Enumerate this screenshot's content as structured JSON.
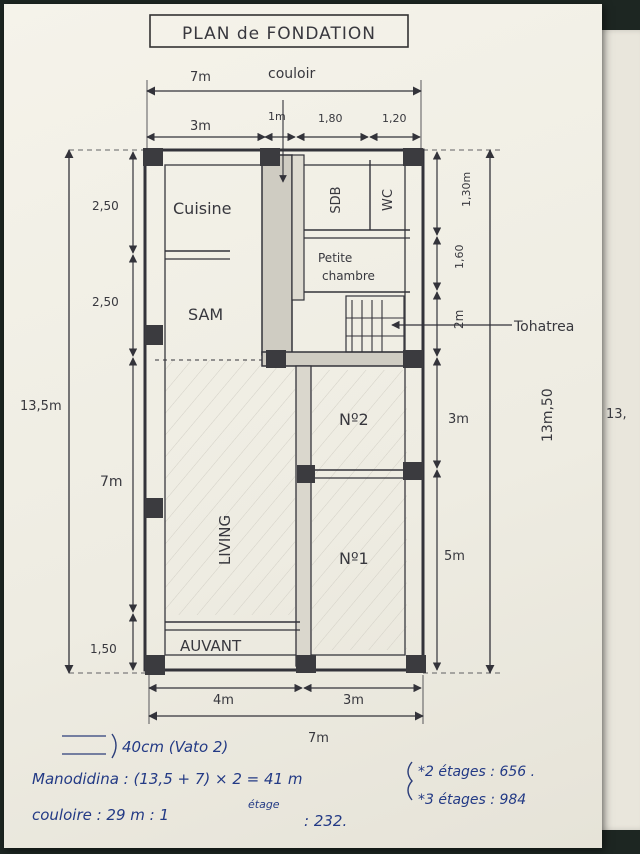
{
  "title": "PLAN de FONDATION",
  "dimensions": {
    "top_total": "7m",
    "corridor": "couloir",
    "top_left": "3m",
    "top_mid": "1m",
    "top_180": "1,80",
    "top_120": "1,20",
    "left_250_a": "2,50",
    "left_250_b": "2,50",
    "left_7m": "7m",
    "left_150": "1,50",
    "left_total": "13,5m",
    "right_130": "1,30m",
    "right_160": "1,60",
    "right_2m": "2m",
    "right_3m": "3m",
    "right_5m": "5m",
    "right_total": "13m,50",
    "bottom_4m": "4m",
    "bottom_3m": "3m",
    "bottom_total": "7m",
    "edge_cut": "13,"
  },
  "rooms": {
    "cuisine": "Cuisine",
    "sam": "SAM",
    "sdb": "SDB",
    "wc": "WC",
    "petite_line1": "Petite",
    "petite_line2": "chambre",
    "stair_label": "Tohatrea",
    "no2": "Nº2",
    "no1": "Nº1",
    "living": "LIVING",
    "auvant": "AUVANT"
  },
  "notes": {
    "wall_note": "40cm (Vato 2)",
    "line1": "Manodidina : (13,5 + 7) × 2 = 41 m",
    "etage2": "*2 étages : 656 .",
    "etage3": "*3 étages : 984",
    "line2": "couloire : 29 m : 1",
    "line2_sup": "étage",
    "line2_end": ": 232."
  },
  "colors": {
    "pencil": "#33333a",
    "ink": "#2c3e7a",
    "paper": "#f2f0e7"
  }
}
